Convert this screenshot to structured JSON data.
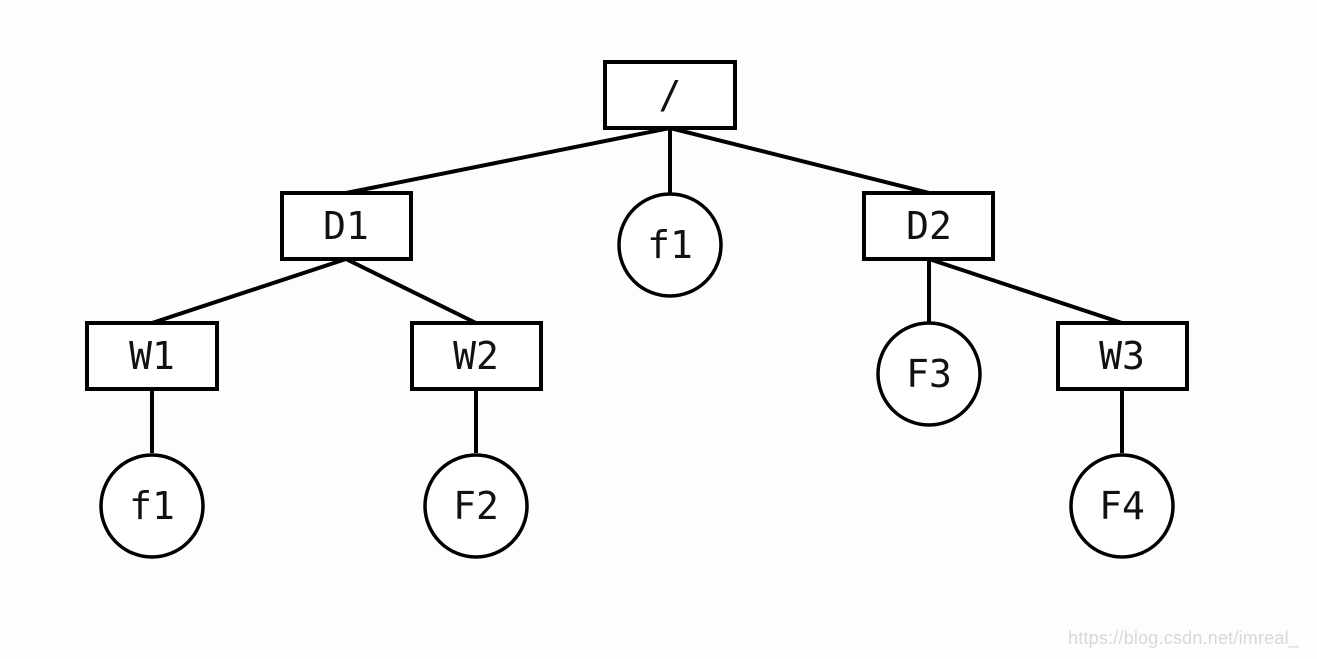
{
  "diagram": {
    "nodes": {
      "root": "/",
      "d1": "D1",
      "f1_mid": "f1",
      "d2": "D2",
      "w1": "W1",
      "w2": "W2",
      "f3": "F3",
      "w3": "W3",
      "f1_left": "f1",
      "f2": "F2",
      "f4": "F4"
    },
    "edges": [
      [
        "root",
        "d1"
      ],
      [
        "root",
        "f1_mid"
      ],
      [
        "root",
        "d2"
      ],
      [
        "d1",
        "w1"
      ],
      [
        "d1",
        "w2"
      ],
      [
        "d2",
        "f3"
      ],
      [
        "d2",
        "w3"
      ],
      [
        "w1",
        "f1_left"
      ],
      [
        "w2",
        "f2"
      ],
      [
        "w3",
        "f4"
      ]
    ]
  },
  "watermark": "https://blog.csdn.net/imreal_"
}
